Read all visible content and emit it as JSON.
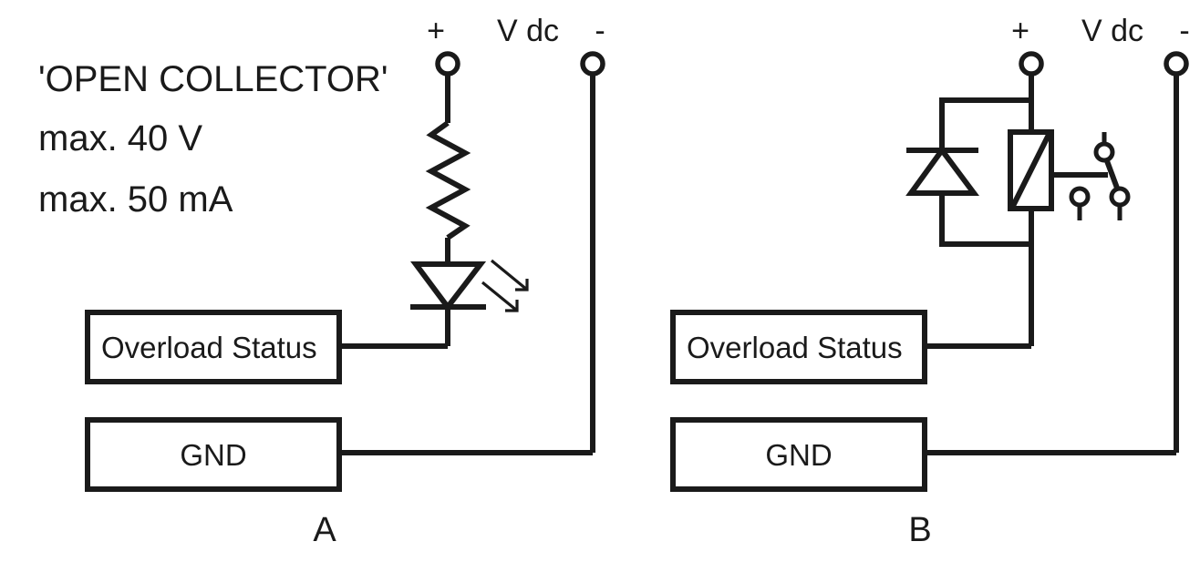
{
  "figure": {
    "title": "Open collector and relay output wiring diagrams",
    "background_color": "#ffffff",
    "line_color": "#1a1a1a"
  },
  "spec_block": {
    "lines": [
      "'OPEN COLLECTOR'",
      "max. 40 V",
      "max. 50 mA"
    ],
    "line1": "'OPEN COLLECTOR'",
    "line2": "max. 40 V",
    "line3": "max. 50 mA"
  },
  "diagram_a": {
    "caption": "A",
    "supply": {
      "plus_label": "+",
      "supply_label": "V dc",
      "minus_label": "-"
    },
    "boxes": [
      {
        "label": "Overload Status",
        "align": "left"
      },
      {
        "label": "GND",
        "align": "center"
      }
    ],
    "overload_box_label": "Overload Status",
    "gnd_box_label": "GND",
    "components": [
      {
        "type": "resistor",
        "name": "pull-up-resistor"
      },
      {
        "type": "led",
        "name": "optocoupler-led"
      }
    ]
  },
  "diagram_b": {
    "caption": "B",
    "supply": {
      "plus_label": "+",
      "supply_label": "V dc",
      "minus_label": "-"
    },
    "boxes": [
      {
        "label": "Overload Status",
        "align": "left"
      },
      {
        "label": "GND",
        "align": "center"
      }
    ],
    "overload_box_label": "Overload Status",
    "gnd_box_label": "GND",
    "components": [
      {
        "type": "diode",
        "name": "freewheel-diode"
      },
      {
        "type": "relay-coil",
        "name": "relay-coil"
      },
      {
        "type": "changeover-switch",
        "name": "relay-contact-switch"
      }
    ]
  }
}
